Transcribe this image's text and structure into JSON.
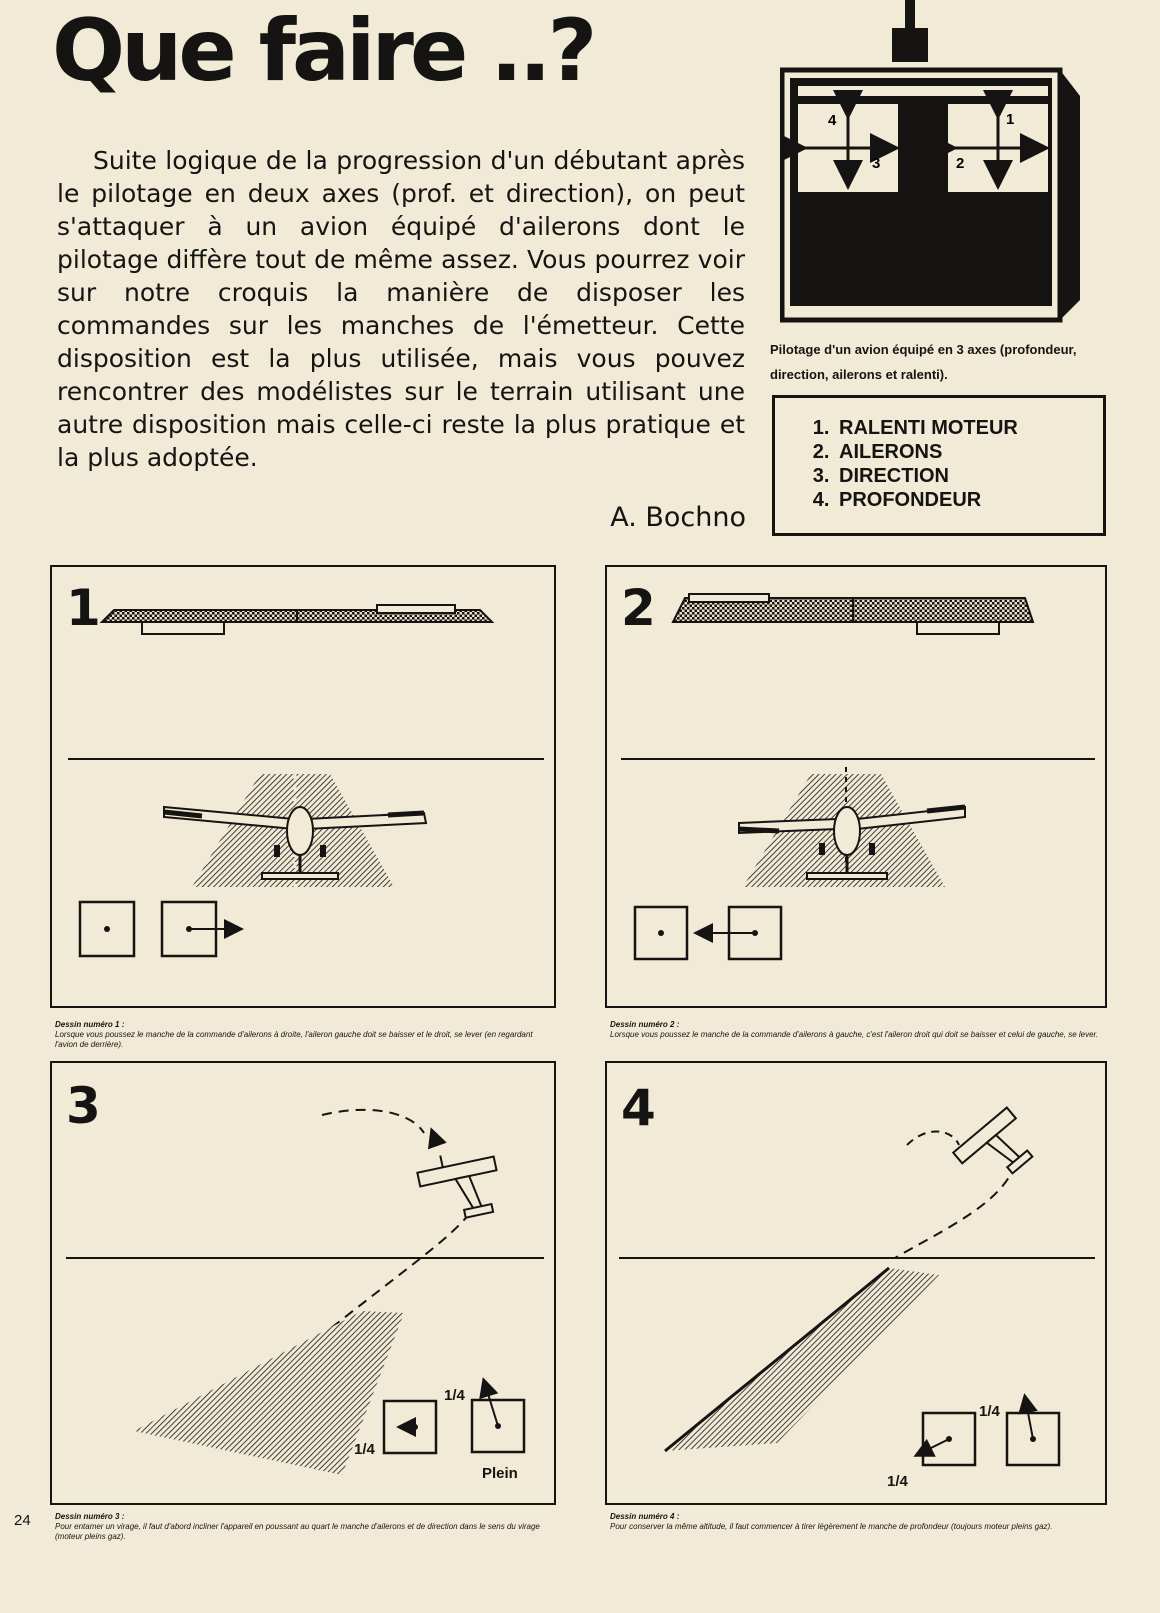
{
  "article": {
    "title": "Que faire ..?",
    "intro": "Suite logique de la progression d'un débutant après le pilotage en deux axes (prof. et direction), on peut s'attaquer à un avion équipé d'ailerons dont le pilotage diffère tout de même assez. Vous pourrez voir sur notre croquis la manière de disposer les commandes sur les manches de l'émetteur. Cette disposition est la plus utilisée, mais vous pouvez rencontrer des modélistes sur le terrain utilisant une autre disposition mais celle-ci reste la plus pratique et la plus adoptée.",
    "author": "A. Bochno"
  },
  "transmitter": {
    "caption": "Pilotage d'un avion équipé en 3 axes (profondeur, direction, ailerons et ralenti).",
    "stick_labels": [
      "4",
      "3",
      "1",
      "2"
    ]
  },
  "legend": {
    "items": [
      "RALENTI MOTEUR",
      "AILERONS",
      "DIRECTION",
      "PROFONDEUR"
    ]
  },
  "panels": [
    {
      "number": "1",
      "caption_title": "Dessin numéro 1 :",
      "caption_text": "Lorsque vous poussez le manche de la commande d'ailerons à droite, l'aileron gauche doit se baisser et le droit, se lever (en regardant l'avion de derrière)."
    },
    {
      "number": "2",
      "caption_title": "Dessin numéro 2 :",
      "caption_text": "Lorsque vous poussez le manche de la commande d'ailerons à gauche, c'est l'aileron droit qui doit se baisser et celui de gauche, se lever."
    },
    {
      "number": "3",
      "caption_title": "Dessin numéro 3 :",
      "caption_text": "Pour entamer un virage, il faut d'abord incliner l'appareil en poussant au quart le manche d'ailerons et de direction dans le sens du virage (moteur pleins gaz).",
      "labels": [
        "1/4",
        "1/4",
        "Plein"
      ]
    },
    {
      "number": "4",
      "caption_title": "Dessin numéro 4 :",
      "caption_text": "Pour conserver la même altitude, il faut commencer à tirer légèrement le manche de profondeur (toujours moteur pleins gaz).",
      "labels": [
        "1/4",
        "1/4"
      ]
    }
  ],
  "page_number": "24"
}
